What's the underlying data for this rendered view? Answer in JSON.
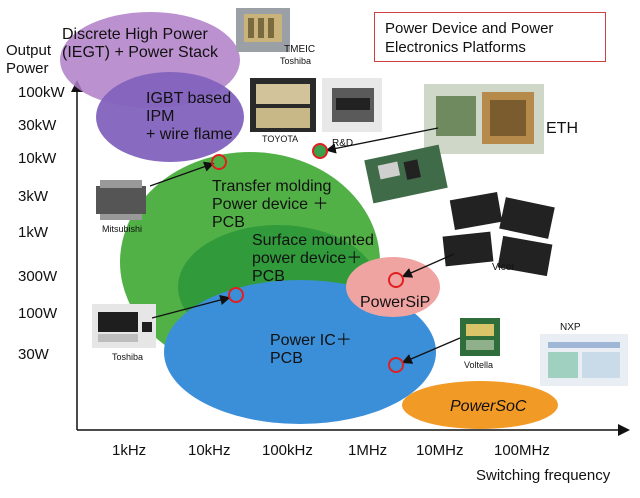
{
  "title": {
    "line1": "Power Device and Power",
    "line2": "Electronics Platforms"
  },
  "y_axis": {
    "label_line1": "Output",
    "label_line2": "Power",
    "ticks": [
      "100kW",
      "30kW",
      "10kW",
      "3kW",
      "1kW",
      "300W",
      "100W",
      "30W"
    ]
  },
  "x_axis": {
    "label": "Switching frequency",
    "ticks": [
      "1kHz",
      "10kHz",
      "100kHz",
      "1MHz",
      "10MHz",
      "100MHz"
    ]
  },
  "regions": {
    "discrete": {
      "line1": "Discrete High Power",
      "line2": "(IEGT) + Power Stack"
    },
    "igbt": {
      "line1": "IGBT based",
      "line2": "IPM",
      "line3": "+ wire flame"
    },
    "transfer": {
      "line1": "Transfer molding",
      "line2": "Power device ＋",
      "line3": "PCB"
    },
    "surface": {
      "line1": "Surface mounted",
      "line2": "power device＋",
      "line3": "PCB"
    },
    "powerSiP": {
      "label": "PowerSiP"
    },
    "powerIC": {
      "line1": "Power IC＋",
      "line2": "PCB"
    },
    "powerSoC": {
      "label": "PowerSoC"
    }
  },
  "captions": {
    "tmeic": "TMEIC",
    "toshiba_top": "Toshiba",
    "toyota": "TOYOTA",
    "rd": "R&D",
    "eth": "ETH",
    "mitsubishi": "Mitsubishi",
    "vicor": "Vicor",
    "toshiba_bottom": "Toshiba",
    "voltella": "Voltella",
    "nxp": "NXP"
  },
  "colors": {
    "discrete": "#b07ec8",
    "igbt": "#8c6bbf",
    "transfer": "#4daf3a",
    "surface": "#2e9e3e",
    "powerIC": "#3a8fd6",
    "powerSiP": "#f0a0a0",
    "powerSoC": "#f29a26",
    "marker": "#e02020"
  }
}
